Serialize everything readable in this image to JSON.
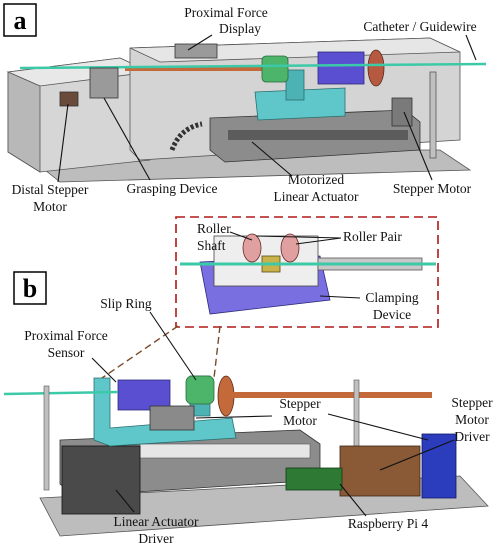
{
  "panels": {
    "a": "a",
    "b": "b"
  },
  "labels": {
    "proximal_force_display_1": "Proximal Force",
    "proximal_force_display_2": "Display",
    "catheter_guidewire": "Catheter / Guidewire",
    "distal_stepper_motor_1": "Distal Stepper",
    "distal_stepper_motor_2": "Motor",
    "grasping_device": "Grasping Device",
    "motorized_linear_actuator_1": "Motorized",
    "motorized_linear_actuator_2": "Linear Actuator",
    "stepper_motor_a": "Stepper Motor",
    "roller_shaft_1": "Roller",
    "roller_shaft_2": "Shaft",
    "roller_pair": "Roller Pair",
    "clamping_device_1": "Clamping",
    "clamping_device_2": "Device",
    "slip_ring": "Slip Ring",
    "proximal_force_sensor_1": "Proximal Force",
    "proximal_force_sensor_2": "Sensor",
    "stepper_motor_b_1": "Stepper",
    "stepper_motor_b_2": "Motor",
    "stepper_motor_driver_1": "Stepper",
    "stepper_motor_driver_2": "Motor",
    "stepper_motor_driver_3": "Driver",
    "linear_actuator_driver_1": "Linear Actuator",
    "linear_actuator_driver_2": "Driver",
    "raspberry_pi_4": "Raspberry Pi 4"
  },
  "colors": {
    "housing": "#d9d9d9",
    "housing_dark": "#a8a8a8",
    "cyan_frame": "#5fc7c9",
    "green_part": "#4cb56a",
    "blue_motor": "#5a4fd0",
    "purple_clamp": "#7a6fe0",
    "copper_rod": "#c46a3a",
    "guidewire": "#3cc9a8",
    "zoom_border": "#b01818",
    "pi_board": "#2e7a35",
    "driver_brown": "#8a5a36",
    "driver_blue": "#2b3dbd"
  }
}
